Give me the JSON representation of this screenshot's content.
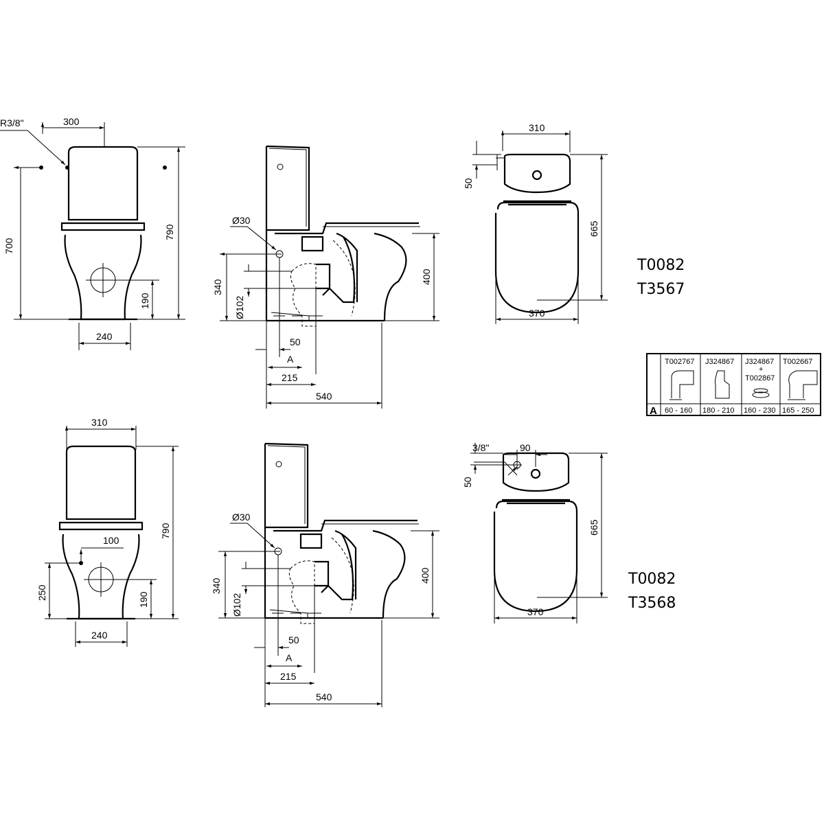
{
  "top_front": {
    "thread": "R3/8\"",
    "width_top": "300",
    "h700": "700",
    "h790": "790",
    "h190": "190",
    "w240": "240"
  },
  "top_side": {
    "d30": "Ø30",
    "h340": "340",
    "d102": "Ø102",
    "h400": "400",
    "w50": "50",
    "a": "A",
    "w215": "215",
    "w540": "540"
  },
  "top_plan": {
    "w310": "310",
    "h50": "50",
    "h665": "665",
    "w370": "370"
  },
  "top_codes": [
    "T0082",
    "T3567"
  ],
  "bottom_front": {
    "w310": "310",
    "h790": "790",
    "w100": "100",
    "h250": "250",
    "h190": "190",
    "w240": "240"
  },
  "bottom_side": {
    "d30": "Ø30",
    "h340": "340",
    "d102": "Ø102",
    "h400": "400",
    "w50": "50",
    "a": "A",
    "w215": "215",
    "w540": "540"
  },
  "bottom_plan": {
    "thread": "3/8\"",
    "w90": "90",
    "h50": "50",
    "h665": "665",
    "w370": "370"
  },
  "bottom_codes": [
    "T0082",
    "T3568"
  ],
  "connector_table": {
    "row_label": "A",
    "columns": [
      {
        "code": "T002767",
        "range": "60 - 160"
      },
      {
        "code": "J324867",
        "range": "180 - 210"
      },
      {
        "code": "J324867",
        "plus": "+",
        "code2": "T002867",
        "range": "160 - 230"
      },
      {
        "code": "T002667",
        "range": "165 - 250"
      }
    ]
  }
}
